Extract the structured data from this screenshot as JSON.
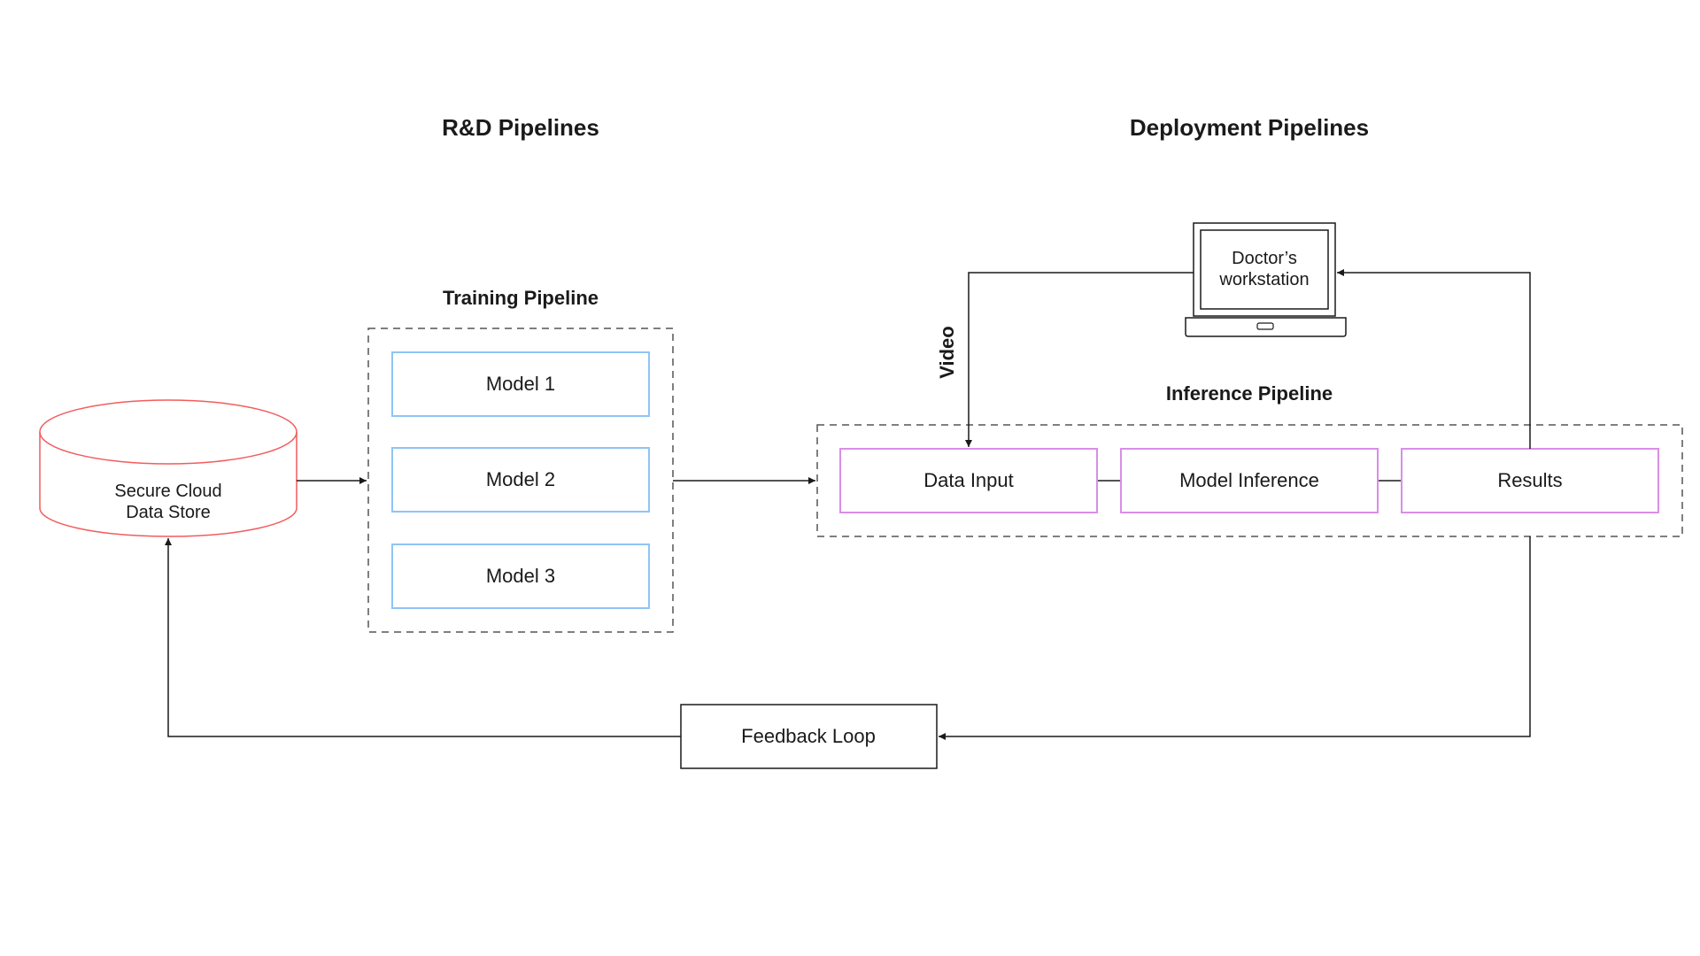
{
  "sections": {
    "rnd_title": "R&D Pipelines",
    "deployment_title": "Deployment Pipelines"
  },
  "data_store": {
    "line1": "Secure Cloud",
    "line2": "Data Store",
    "color": "#f25c5c"
  },
  "training": {
    "title": "Training Pipeline",
    "models": [
      "Model 1",
      "Model 2",
      "Model 3"
    ],
    "box_color": "#8ec5f5"
  },
  "inference": {
    "title": "Inference Pipeline",
    "steps": [
      "Data Input",
      "Model Inference",
      "Results"
    ],
    "box_color": "#d98ee6"
  },
  "workstation": {
    "line1": "Doctor’s",
    "line2": "workstation",
    "icon": "laptop-icon"
  },
  "video_label": "Video",
  "feedback": {
    "label": "Feedback Loop"
  }
}
